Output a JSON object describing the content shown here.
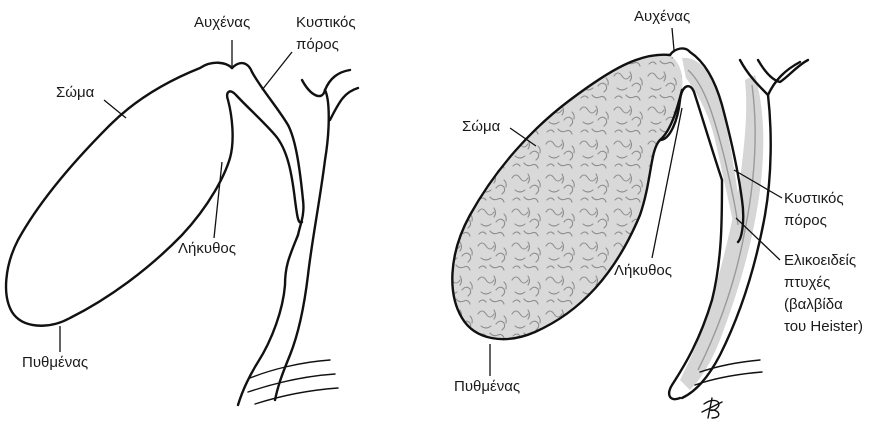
{
  "left_figure": {
    "labels": {
      "neck": "Αυχένας",
      "cystic_duct_line1": "Κυστικός",
      "cystic_duct_line2": "πόρος",
      "body": "Σώμα",
      "infundibulum": "Λήκυθος",
      "fundus": "Πυθμένας"
    }
  },
  "right_figure": {
    "labels": {
      "neck": "Αυχένας",
      "body": "Σώμα",
      "infundibulum": "Λήκυθος",
      "fundus": "Πυθμένας",
      "cystic_duct_line1": "Κυστικός",
      "cystic_duct_line2": "πόρος",
      "spiral_folds_line1": "Ελικοειδείς",
      "spiral_folds_line2": "πτυχές",
      "spiral_folds_line3": "(βαλβίδα",
      "spiral_folds_line4": "του Heister)"
    }
  },
  "colors": {
    "outline": "#111111",
    "mucosa_fill": "#d6d6d6",
    "mucosa_pattern": "#8e8e8e"
  }
}
